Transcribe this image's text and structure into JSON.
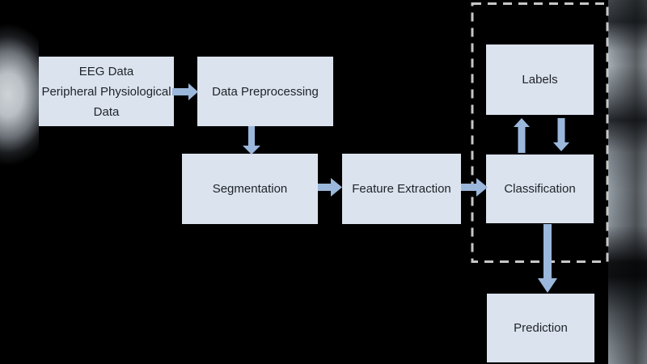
{
  "diagram": {
    "type": "flowchart",
    "nodes": {
      "input": {
        "label": "EEG Data\nPeripheral Physiological Data"
      },
      "preprocessing": {
        "label": "Data Preprocessing"
      },
      "segmentation": {
        "label": "Segmentation"
      },
      "feature_extraction": {
        "label": "Feature Extraction"
      },
      "classification": {
        "label": "Classification"
      },
      "labels": {
        "label": "Labels"
      },
      "prediction": {
        "label": "Prediction"
      }
    },
    "connections": [
      {
        "from": "input",
        "to": "preprocessing",
        "direction": "right"
      },
      {
        "from": "preprocessing",
        "to": "segmentation",
        "direction": "down"
      },
      {
        "from": "segmentation",
        "to": "feature_extraction",
        "direction": "right"
      },
      {
        "from": "feature_extraction",
        "to": "classification",
        "direction": "right"
      },
      {
        "from": "classification",
        "to": "labels",
        "direction": "up"
      },
      {
        "from": "labels",
        "to": "classification",
        "direction": "down"
      },
      {
        "from": "classification",
        "to": "prediction",
        "direction": "down"
      }
    ],
    "dashed_group_members": [
      "labels",
      "classification"
    ],
    "colors": {
      "background": "#000000",
      "node_fill": "#dbe3ee",
      "arrow_fill": "#9bb7db",
      "dashed_outline": "#c6c6c6",
      "node_text": "#1e2328"
    }
  }
}
